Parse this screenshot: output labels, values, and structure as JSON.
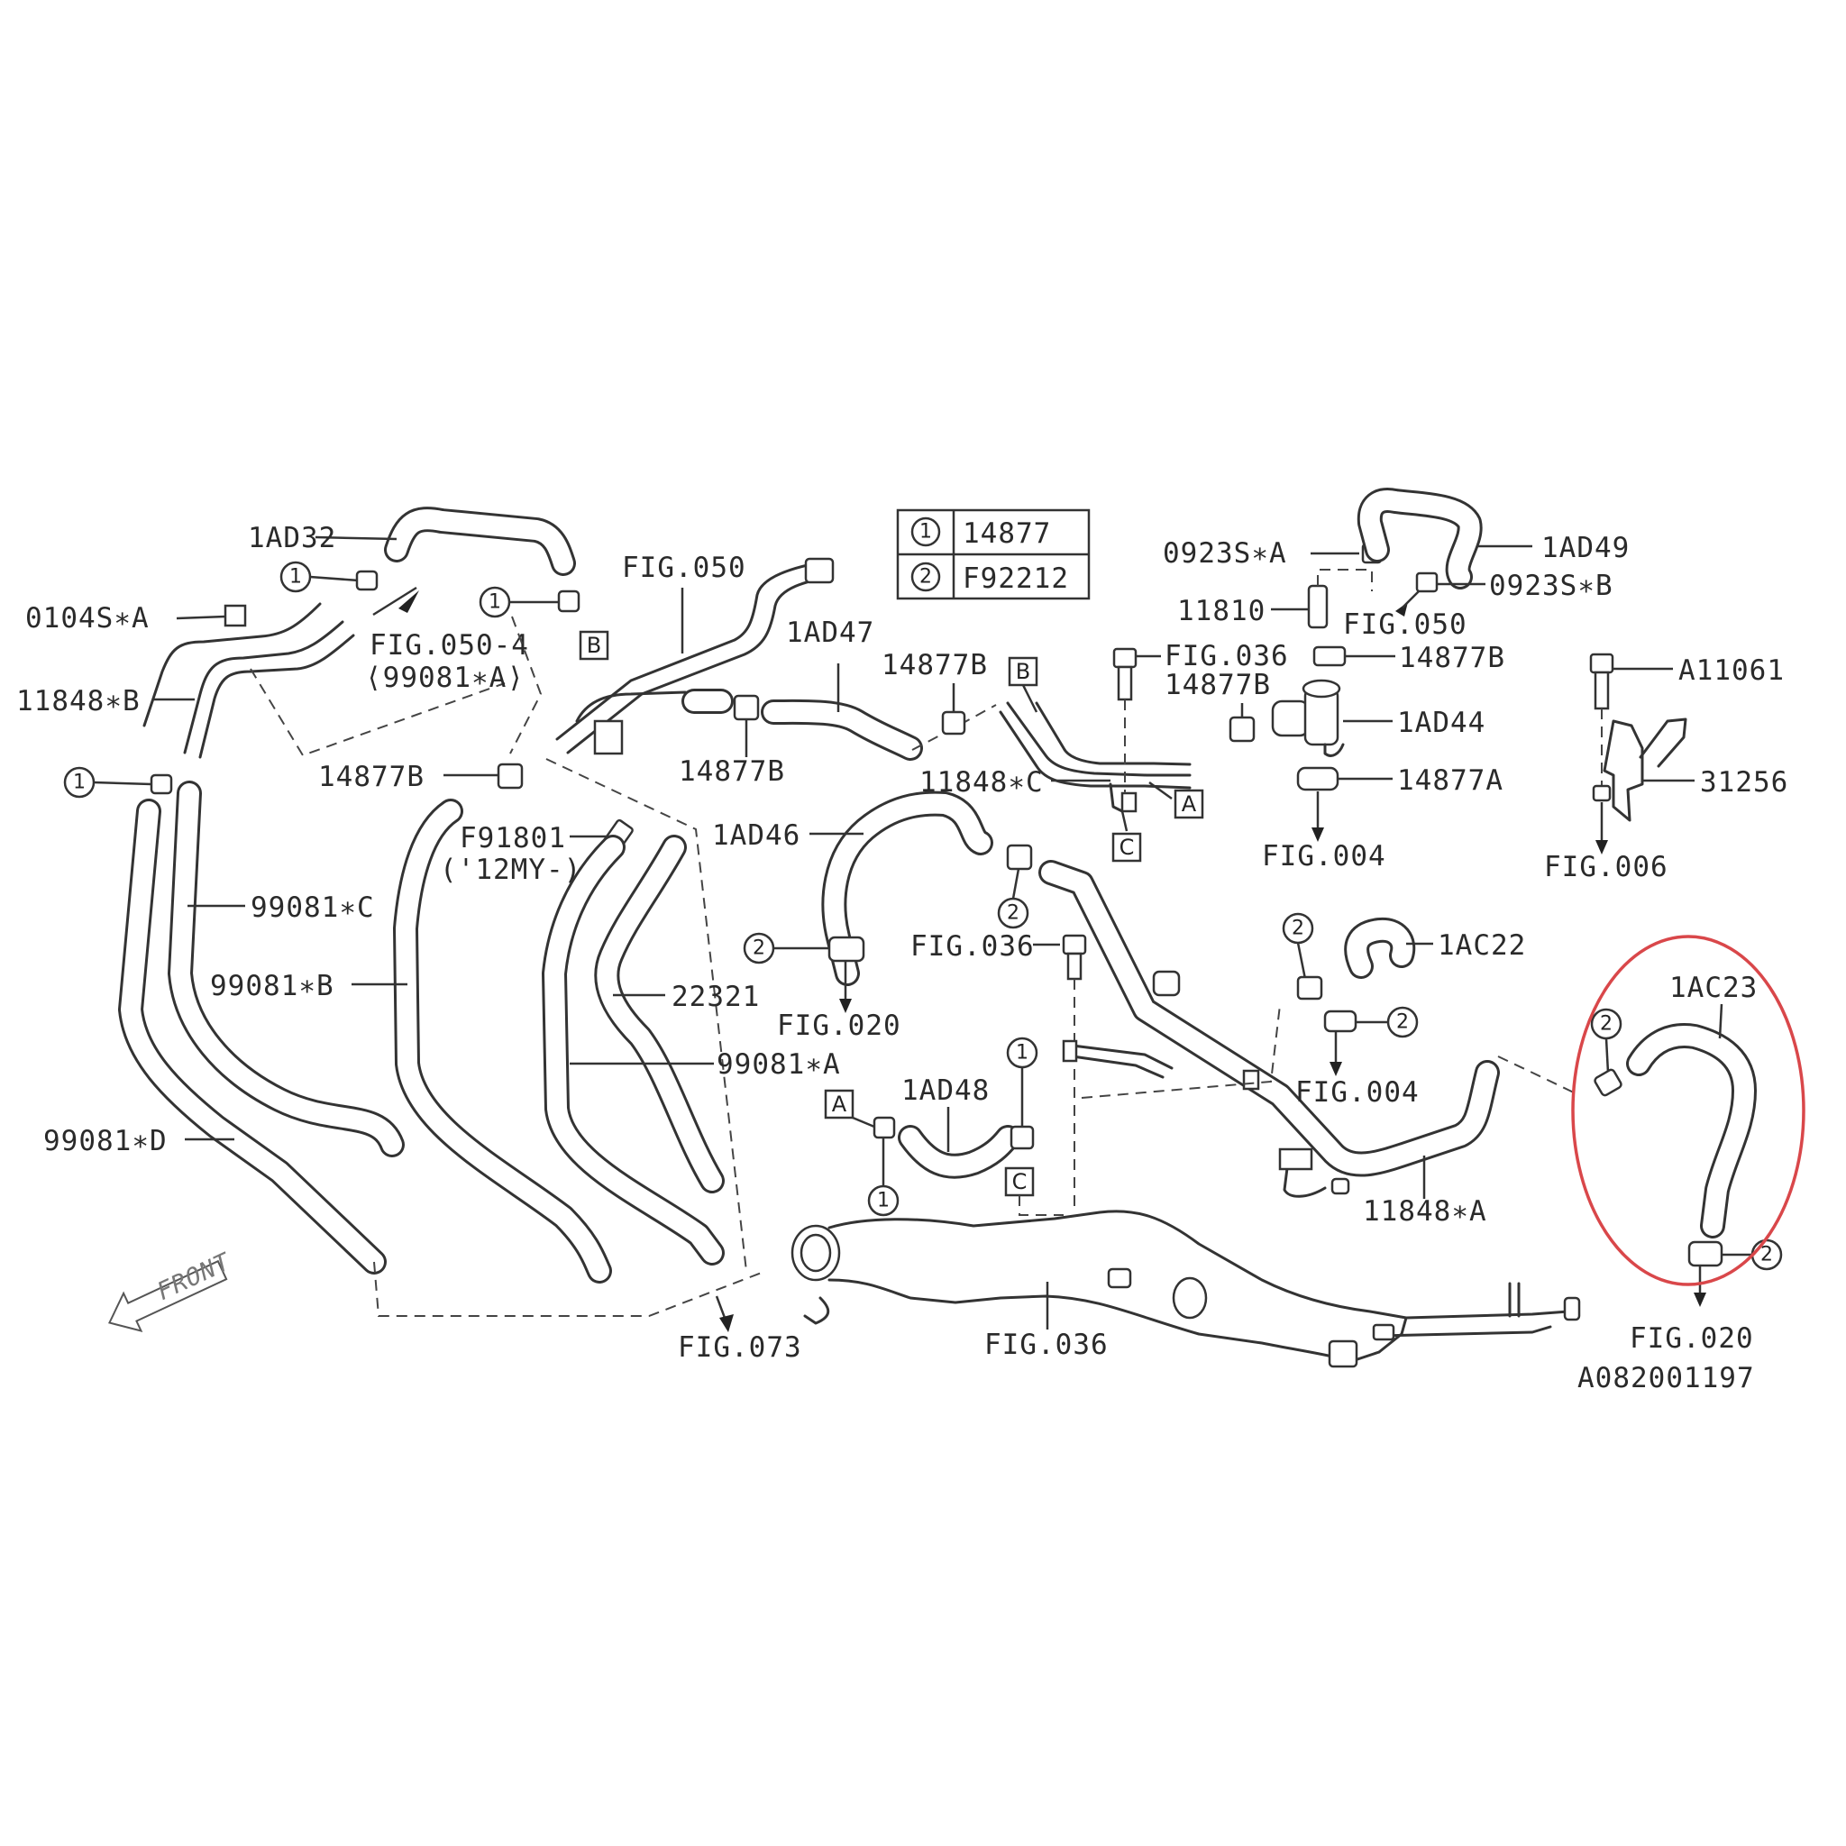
{
  "legend": {
    "rows": [
      {
        "key": "1",
        "part": "14877"
      },
      {
        "key": "2",
        "part": "F92212"
      }
    ]
  },
  "labels": {
    "l_1ad32": "1AD32",
    "l_0104s": "0104S∗A",
    "l_11848b": "11848∗B",
    "l_fig050_4": "FIG.050-4",
    "l_99081a_paren": "⟨99081∗A⟩",
    "l_fig050_top": "FIG.050",
    "l_1ad47": "1AD47",
    "l_14877b_a": "14877B",
    "l_14877b_b": "14877B",
    "l_14877b_c": "14877B",
    "l_14877b_d": "14877B",
    "l_14877b_e": "14877B",
    "l_11848c": "11848∗C",
    "l_fig036_a": "FIG.036",
    "l_0923sa": "0923S∗A",
    "l_11810": "11810",
    "l_fig050_mid": "FIG.050",
    "l_1ad49": "1AD49",
    "l_0923sb": "0923S∗B",
    "l_1ad44": "1AD44",
    "l_14877a": "14877A",
    "l_fig004_a": "FIG.004",
    "l_a11061": "A11061",
    "l_31256": "31256",
    "l_fig006": "FIG.006",
    "l_99081c": "99081∗C",
    "l_99081b": "99081∗B",
    "l_99081d": "99081∗D",
    "l_f91801": "F91801",
    "l_12my": "('12MY-)",
    "l_22321": "22321",
    "l_99081a": "99081∗A",
    "l_1ad46": "1AD46",
    "l_fig036_b": "FIG.036",
    "l_fig020_a": "FIG.020",
    "l_1ac22": "1AC22",
    "l_fig004_b": "FIG.004",
    "l_1ac23": "1AC23",
    "l_1ad48": "1AD48",
    "l_11848a": "11848∗A",
    "l_fig073": "FIG.073",
    "l_fig036_c": "FIG.036",
    "l_fig020_b": "FIG.020",
    "l_code": "A082001197",
    "l_front": "FRONT"
  },
  "markers": {
    "box_a": "A",
    "box_b": "B",
    "box_c": "C",
    "circ_1": "1",
    "circ_2": "2"
  },
  "colors": {
    "highlight": "#d9474a",
    "ink": "#333333"
  }
}
